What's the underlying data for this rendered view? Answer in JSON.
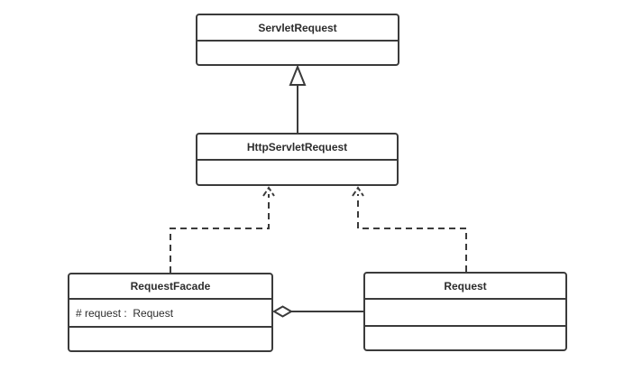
{
  "diagram": {
    "type": "uml-class-diagram",
    "background_color": "#ffffff",
    "stroke_color": "#3b3b3b",
    "text_color": "#2d2d2d",
    "classes": [
      {
        "name": "ServletRequest",
        "attributes": [],
        "operations": []
      },
      {
        "name": "HttpServletRequest",
        "attributes": [],
        "operations": []
      },
      {
        "name": "RequestFacade",
        "attributes": [
          "# request :  Request"
        ],
        "operations": []
      },
      {
        "name": "Request",
        "attributes": [],
        "operations": []
      }
    ],
    "relationships": [
      {
        "type": "generalization",
        "from": "HttpServletRequest",
        "to": "ServletRequest",
        "line": "solid",
        "head": "hollow-triangle"
      },
      {
        "type": "realization",
        "from": "RequestFacade",
        "to": "HttpServletRequest",
        "line": "dashed",
        "head": "open-arrow"
      },
      {
        "type": "realization",
        "from": "Request",
        "to": "HttpServletRequest",
        "line": "dashed",
        "head": "open-arrow"
      },
      {
        "type": "aggregation",
        "from": "RequestFacade",
        "to": "Request",
        "line": "solid",
        "head": "hollow-diamond"
      }
    ]
  }
}
